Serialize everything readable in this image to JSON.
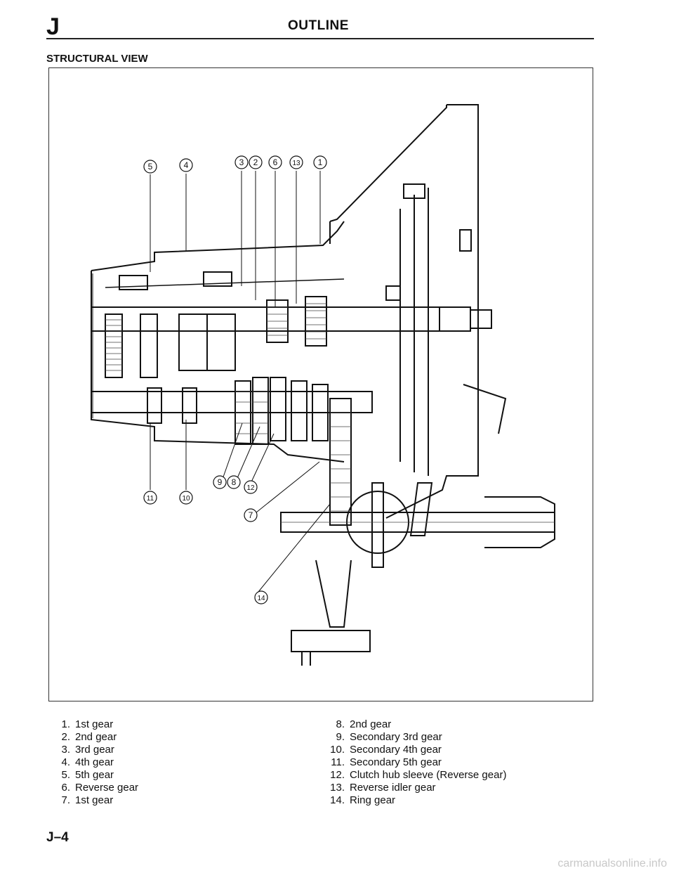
{
  "header": {
    "section_letter": "J",
    "title": "OUTLINE"
  },
  "section_title": "STRUCTURAL VIEW",
  "callouts": [
    {
      "id": "c5",
      "text": "5"
    },
    {
      "id": "c4",
      "text": "4"
    },
    {
      "id": "c3",
      "text": "3"
    },
    {
      "id": "c2",
      "text": "2"
    },
    {
      "id": "c6",
      "text": "6"
    },
    {
      "id": "c13",
      "text": "13"
    },
    {
      "id": "c1",
      "text": "1"
    },
    {
      "id": "c9",
      "text": "9"
    },
    {
      "id": "c8",
      "text": "8"
    },
    {
      "id": "c12",
      "text": "12"
    },
    {
      "id": "c11",
      "text": "11"
    },
    {
      "id": "c10",
      "text": "10"
    },
    {
      "id": "c7",
      "text": "7"
    },
    {
      "id": "c14",
      "text": "14"
    }
  ],
  "legend_left": [
    {
      "num": "1.",
      "label": "1st gear"
    },
    {
      "num": "2.",
      "label": "2nd gear"
    },
    {
      "num": "3.",
      "label": "3rd gear"
    },
    {
      "num": "4.",
      "label": "4th gear"
    },
    {
      "num": "5.",
      "label": "5th gear"
    },
    {
      "num": "6.",
      "label": "Reverse gear"
    },
    {
      "num": "7.",
      "label": "1st gear"
    }
  ],
  "legend_right": [
    {
      "num": "8.",
      "label": "2nd gear"
    },
    {
      "num": "9.",
      "label": "Secondary 3rd gear"
    },
    {
      "num": "10.",
      "label": "Secondary 4th gear"
    },
    {
      "num": "11.",
      "label": "Secondary 5th gear"
    },
    {
      "num": "12.",
      "label": "Clutch hub sleeve (Reverse gear)"
    },
    {
      "num": "13.",
      "label": "Reverse idler gear"
    },
    {
      "num": "14.",
      "label": "Ring gear"
    }
  ],
  "footer": {
    "page_code": "J–4"
  },
  "watermark": "carmanualsonline.info"
}
